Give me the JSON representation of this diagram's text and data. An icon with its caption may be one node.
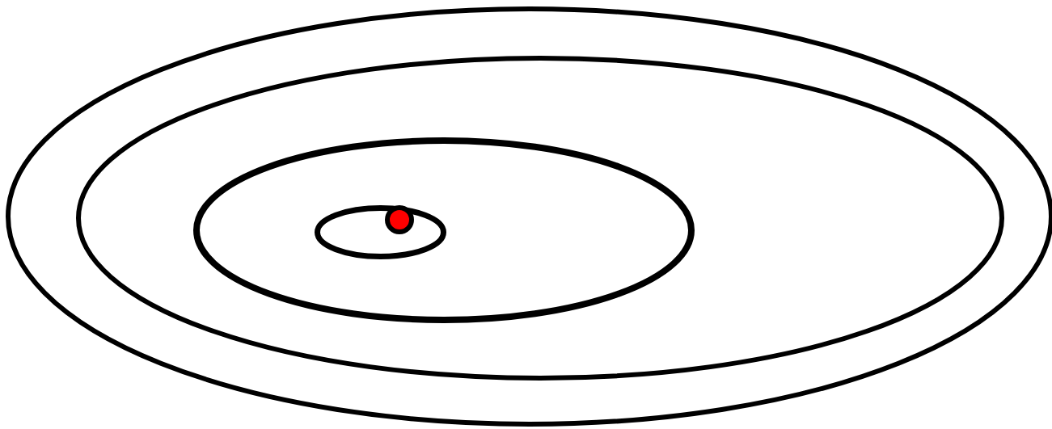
{
  "diagram": {
    "nodes": [
      {
        "text": [],
        "shape": "ellipse"
      },
      {
        "text": [],
        "shape": "ellipse",
        "in": 0
      },
      {
        "text": [],
        "shape": "ellipse",
        "in": 1
      },
      {
        "text": [],
        "shape": "ellipse",
        "in": 2
      },
      {
        "text": [],
        "shape": "circle",
        "in": 3
      }
    ]
  }
}
